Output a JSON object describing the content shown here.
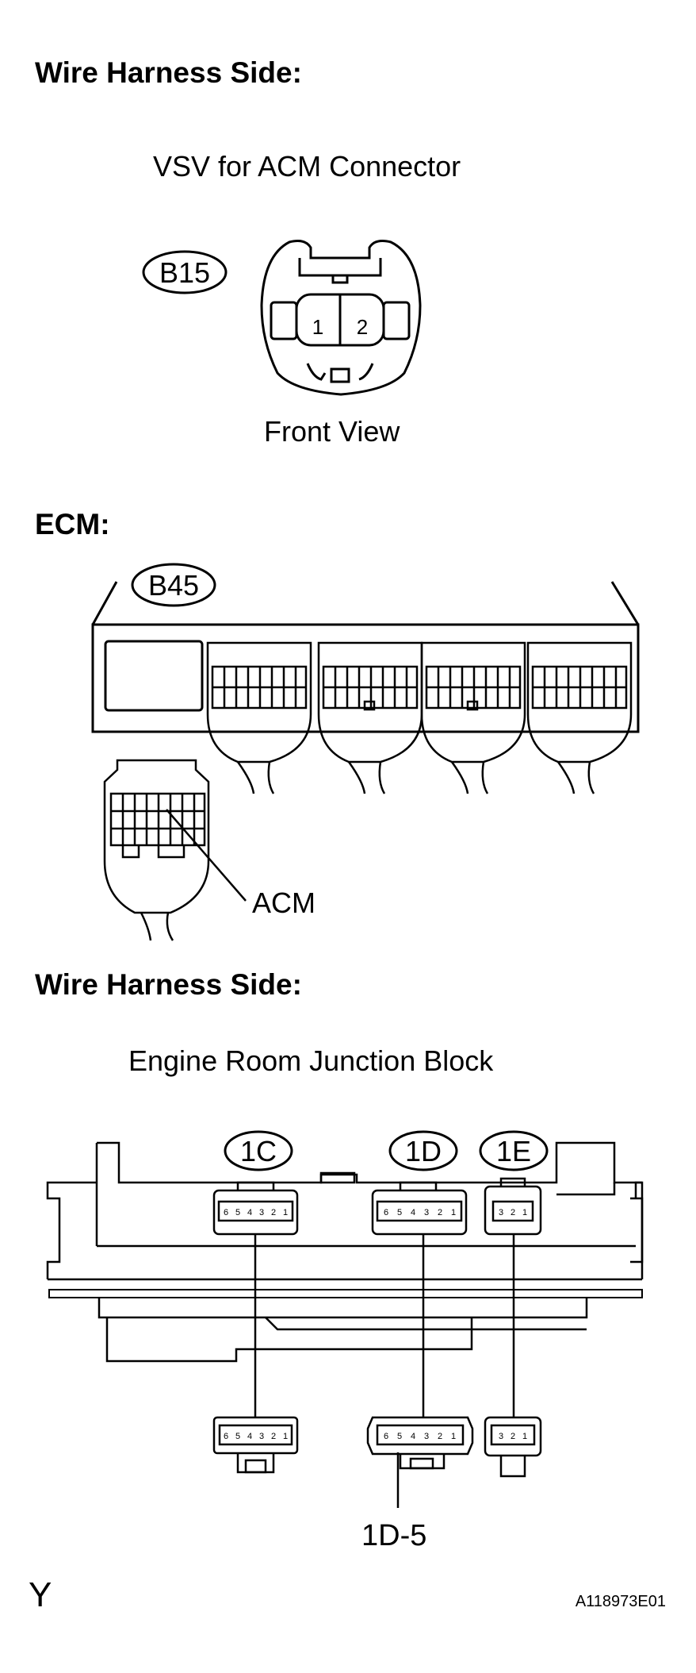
{
  "headings": {
    "wire_harness_1": "Wire Harness Side:",
    "ecm": "ECM:",
    "wire_harness_2": "Wire Harness Side:"
  },
  "vsv": {
    "title": "VSV for ACM Connector",
    "connector_id": "B15",
    "pins": [
      "1",
      "2"
    ],
    "view_label": "Front View"
  },
  "ecm": {
    "connector_id": "B45",
    "terminal_label": "ACM"
  },
  "junction": {
    "title": "Engine Room Junction Block",
    "connectors": {
      "c1": {
        "id": "1C",
        "pins": [
          "6",
          "5",
          "4",
          "3",
          "2",
          "1"
        ]
      },
      "d1": {
        "id": "1D",
        "pins": [
          "6",
          "5",
          "4",
          "3",
          "2",
          "1"
        ]
      },
      "e1": {
        "id": "1E",
        "pins": [
          "3",
          "2",
          "1"
        ]
      }
    },
    "terminal_label": "1D-5"
  },
  "footer": {
    "corner_letter": "Y",
    "figure_id": "A118973E01"
  }
}
